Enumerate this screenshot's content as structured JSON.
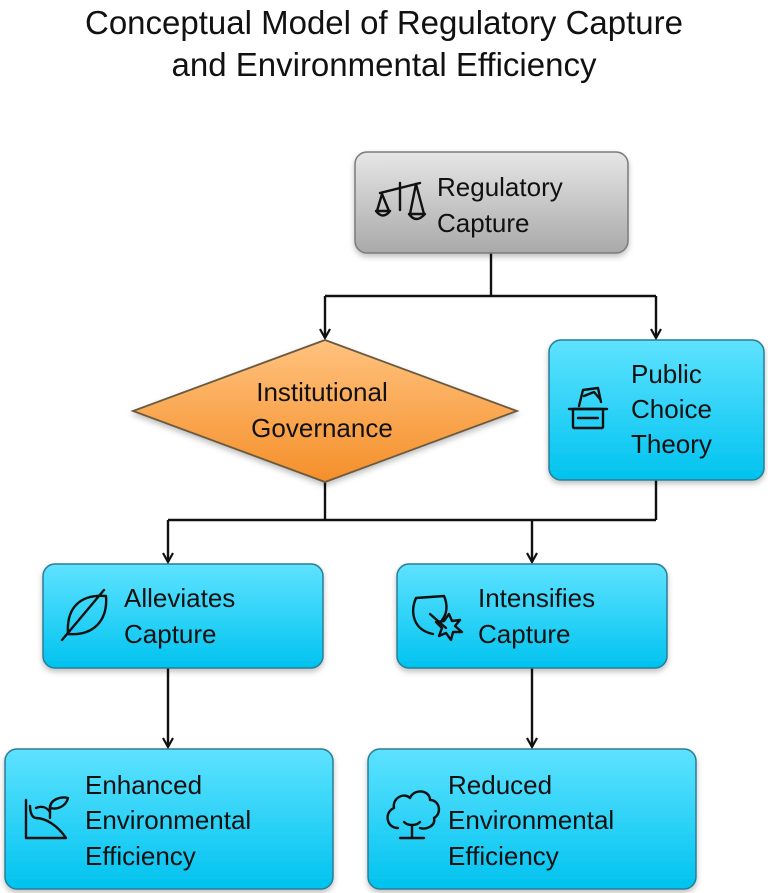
{
  "title": {
    "line1": "Conceptual Model of Regulatory Capture",
    "line2": "and Environmental Efficiency"
  },
  "nodes": {
    "regulatory_capture": {
      "line1": "Regulatory",
      "line2": "Capture",
      "icon": "scales-icon",
      "fill": "#c4c4c4"
    },
    "institutional_governance": {
      "line1": "Institutional",
      "line2": "Governance",
      "fill": "#f7a24a"
    },
    "public_choice_theory": {
      "line1": "Public",
      "line2": "Choice",
      "line3": "Theory",
      "icon": "ballot-box-icon",
      "fill": "#1fd0f5"
    },
    "alleviates_capture": {
      "line1": "Alleviates",
      "line2": "Capture",
      "icon": "leaf-slash-icon",
      "fill": "#1fd0f5"
    },
    "intensifies_capture": {
      "line1": "Intensifies",
      "line2": "Capture",
      "icon": "leaf-burst-icon",
      "fill": "#1fd0f5"
    },
    "enhanced_efficiency": {
      "line1": "Enhanced",
      "line2": "Environmental",
      "line3": "Efficiency",
      "icon": "growth-plant-icon",
      "fill": "#1fd0f5"
    },
    "reduced_efficiency": {
      "line1": "Reduced",
      "line2": "Environmental",
      "line3": "Efficiency",
      "icon": "cloud-tree-icon",
      "fill": "#1fd0f5"
    }
  },
  "edges": [
    {
      "from": "Regulatory Capture",
      "to": "Institutional Governance"
    },
    {
      "from": "Regulatory Capture",
      "to": "Public Choice Theory"
    },
    {
      "from": "Institutional Governance",
      "to": "Alleviates Capture"
    },
    {
      "from": "Institutional Governance",
      "to": "Intensifies Capture"
    },
    {
      "from": "Public Choice Theory",
      "to": "Intensifies Capture"
    },
    {
      "from": "Alleviates Capture",
      "to": "Enhanced Environmental Efficiency"
    },
    {
      "from": "Intensifies Capture",
      "to": "Reduced Environmental Efficiency"
    }
  ]
}
